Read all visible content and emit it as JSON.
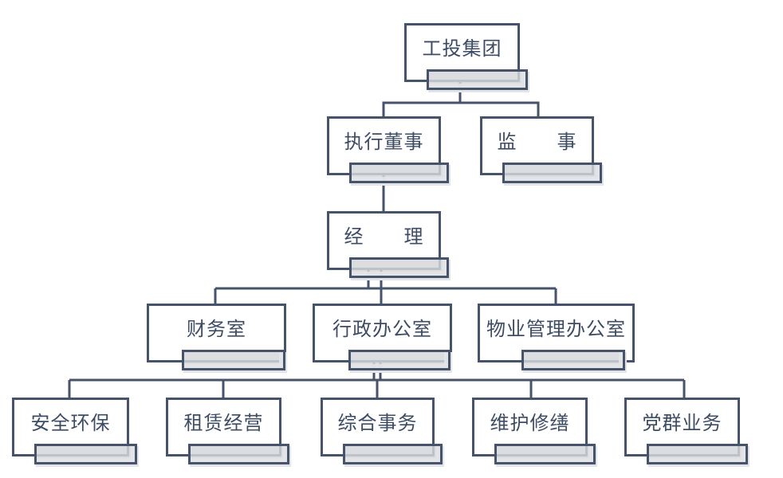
{
  "diagram": {
    "type": "org-chart",
    "title": "",
    "colors": {
      "line": "#46536B",
      "box_border": "#46536B",
      "box_fill": "#FFFFFF",
      "shadow_fill": "#D4D6DA",
      "text": "#3E4C63",
      "background": "#FFFFFF"
    },
    "nodes": {
      "gongtou": {
        "label": "工投集团",
        "level": 1,
        "parent": null
      },
      "zhixing": {
        "label": "执行董事",
        "level": 2,
        "parent": "工投集团"
      },
      "jianshi": {
        "label": "监　　事",
        "level": 2,
        "parent": "工投集团"
      },
      "jingli": {
        "label": "经　　理",
        "level": 3,
        "parent": "执行董事"
      },
      "caiwu": {
        "label": "财务室",
        "level": 4,
        "parent": "经理"
      },
      "xingzheng": {
        "label": "行政办公室",
        "level": 4,
        "parent": "经理"
      },
      "wuye": {
        "label": "物业管理办公室",
        "level": 4,
        "parent": "经理"
      },
      "anquan": {
        "label": "安全环保",
        "level": 5,
        "parent": "行政办公室"
      },
      "zulin": {
        "label": "租赁经营",
        "level": 5,
        "parent": "行政办公室"
      },
      "zonghe": {
        "label": "综合事务",
        "level": 5,
        "parent": "行政办公室"
      },
      "weihu": {
        "label": "维护修缮",
        "level": 5,
        "parent": "行政办公室"
      },
      "dangqun": {
        "label": "党群业务",
        "level": 5,
        "parent": "行政办公室"
      }
    }
  }
}
